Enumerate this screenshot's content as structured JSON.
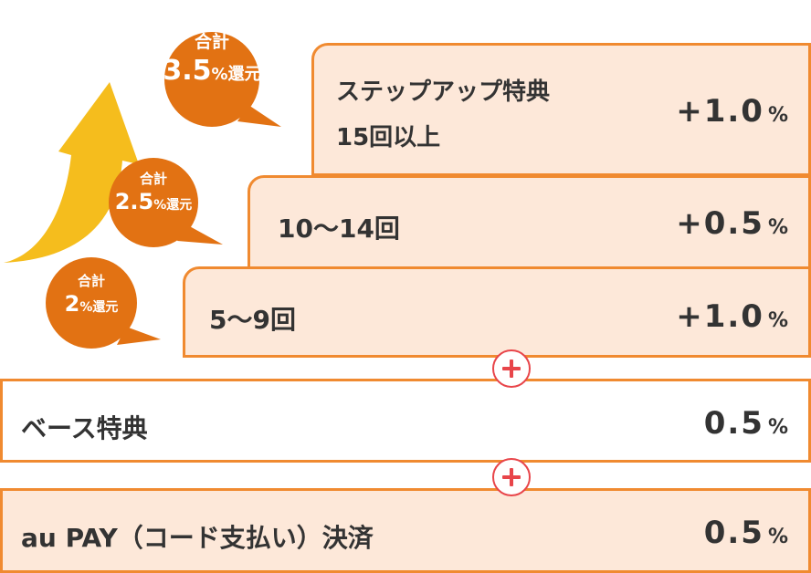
{
  "bubbles": [
    {
      "title": "合計",
      "rate": "3.5",
      "unit": "%還元"
    },
    {
      "title": "合計",
      "rate": "2.5",
      "unit": "%還元"
    },
    {
      "title": "合計",
      "rate": "2",
      "unit": "%還元"
    }
  ],
  "steps": {
    "top": {
      "line1": "ステップアップ特典",
      "line2": "15回以上",
      "value": "+1.0",
      "unit": "%"
    },
    "mid": {
      "label": "10〜14回",
      "value": "+0.5",
      "unit": "%"
    },
    "low": {
      "label": "5〜9回",
      "value": "+1.0",
      "unit": "%"
    }
  },
  "base": {
    "label": "ベース特典",
    "value": "0.5",
    "unit": "%"
  },
  "payment": {
    "label": "au PAY（コード支払い）決済",
    "value": "0.5",
    "unit": "%"
  },
  "colors": {
    "bubble": "#e27213",
    "arrow": "#f5bd1d",
    "border": "#f08a30",
    "fill": "#fde8d9",
    "plus": "#e8454a"
  }
}
